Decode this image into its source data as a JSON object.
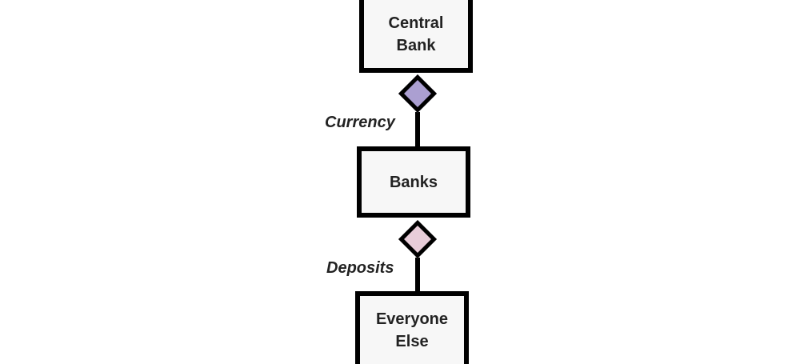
{
  "diagram": {
    "nodes": [
      {
        "id": "central_bank",
        "label": "Central\nBank"
      },
      {
        "id": "banks",
        "label": "Banks"
      },
      {
        "id": "everyone_else",
        "label": "Everyone\nElse"
      }
    ],
    "edges": [
      {
        "from": "central_bank",
        "to": "banks",
        "label": "Currency",
        "marker_color": "#ab9fd1"
      },
      {
        "from": "banks",
        "to": "everyone_else",
        "label": "Deposits",
        "marker_color": "#e8cdd9"
      }
    ]
  }
}
